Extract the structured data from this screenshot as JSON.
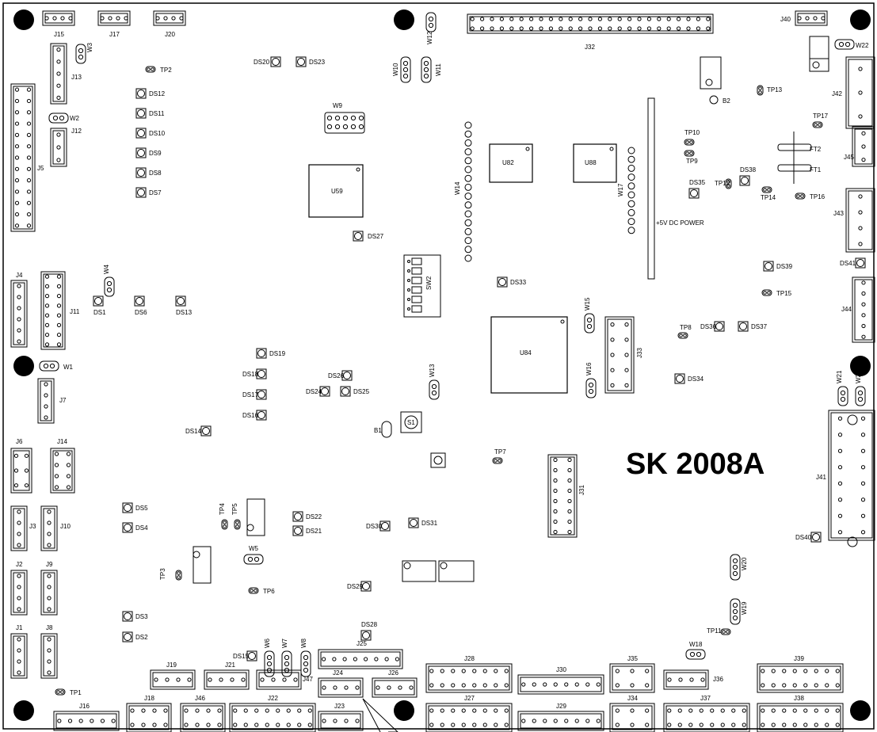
{
  "board": {
    "title": "SK 2008A",
    "power_label": "+5V DC POWER",
    "outline_color": "#000000"
  },
  "components": {
    "headers": [
      {
        "id": "j15",
        "label": "J15",
        "pins": 4
      },
      {
        "id": "j17",
        "label": "J17",
        "pins": 4
      },
      {
        "id": "j20",
        "label": "J20",
        "pins": 4
      },
      {
        "id": "j40",
        "label": "J40",
        "pins": 4
      },
      {
        "id": "j13",
        "label": "J13",
        "pins": 5
      },
      {
        "id": "j12",
        "label": "J12",
        "pins": 3
      },
      {
        "id": "j5",
        "label": "J5",
        "pins": 26
      },
      {
        "id": "j4",
        "label": "J4",
        "pins": 6
      },
      {
        "id": "j11",
        "label": "J11",
        "pins": 16
      },
      {
        "id": "j7",
        "label": "J7",
        "pins": 4
      },
      {
        "id": "j6",
        "label": "J6",
        "pins": 6
      },
      {
        "id": "j14",
        "label": "J14",
        "pins": 8
      },
      {
        "id": "j3",
        "label": "J3",
        "pins": 4
      },
      {
        "id": "j10",
        "label": "J10",
        "pins": 4
      },
      {
        "id": "j2",
        "label": "J2",
        "pins": 4
      },
      {
        "id": "j9",
        "label": "J9",
        "pins": 4
      },
      {
        "id": "j1",
        "label": "J1",
        "pins": 4
      },
      {
        "id": "j8",
        "label": "J8",
        "pins": 4
      },
      {
        "id": "j32",
        "label": "J32",
        "pins": 50
      },
      {
        "id": "j42",
        "label": "J42",
        "pins": 3
      },
      {
        "id": "j45",
        "label": "J45",
        "pins": 3
      },
      {
        "id": "j43",
        "label": "J43",
        "pins": 4
      },
      {
        "id": "j44",
        "label": "J44",
        "pins": 6
      },
      {
        "id": "j33",
        "label": "J33",
        "pins": 10
      },
      {
        "id": "j31",
        "label": "J31",
        "pins": 16
      },
      {
        "id": "j41",
        "label": "J41",
        "pins": 15
      },
      {
        "id": "j19",
        "label": "J19",
        "pins": 4
      },
      {
        "id": "j21",
        "label": "J21",
        "pins": 4
      },
      {
        "id": "j47",
        "label": "J47",
        "pins": 4
      },
      {
        "id": "j25",
        "label": "J25",
        "pins": 8
      },
      {
        "id": "j24",
        "label": "J24",
        "pins": 4
      },
      {
        "id": "j26",
        "label": "J26",
        "pins": 4
      },
      {
        "id": "j28",
        "label": "J28",
        "pins": 16
      },
      {
        "id": "j30",
        "label": "J30",
        "pins": 8
      },
      {
        "id": "j35",
        "label": "J35",
        "pins": 6
      },
      {
        "id": "j36",
        "label": "J36",
        "pins": 4
      },
      {
        "id": "j39",
        "label": "J39",
        "pins": 16
      },
      {
        "id": "j16",
        "label": "J16",
        "pins": 6
      },
      {
        "id": "j18",
        "label": "J18",
        "pins": 8
      },
      {
        "id": "j46",
        "label": "J46",
        "pins": 8
      },
      {
        "id": "j22",
        "label": "J22",
        "pins": 16
      },
      {
        "id": "j23",
        "label": "J23",
        "pins": 4
      },
      {
        "id": "j27",
        "label": "J27",
        "pins": 16
      },
      {
        "id": "j29",
        "label": "J29",
        "pins": 8
      },
      {
        "id": "j34",
        "label": "J34",
        "pins": 6
      },
      {
        "id": "j37",
        "label": "J37",
        "pins": 16
      },
      {
        "id": "j38",
        "label": "J38",
        "pins": 16
      }
    ],
    "leds": [
      "DS1",
      "DS2",
      "DS3",
      "DS4",
      "DS5",
      "DS6",
      "DS7",
      "DS8",
      "DS9",
      "DS10",
      "DS11",
      "DS12",
      "DS13",
      "DS14",
      "DS15",
      "DS16",
      "DS17",
      "DS18",
      "DS19",
      "DS20",
      "DS21",
      "DS22",
      "DS23",
      "DS24",
      "DS25",
      "DS26",
      "DS27",
      "DS28",
      "DS29",
      "DS30",
      "DS31",
      "DS33",
      "DS34",
      "DS35",
      "DS36",
      "DS37",
      "DS38",
      "DS39",
      "DS40",
      "DS41"
    ],
    "jumpers": [
      "W1",
      "W2",
      "W3",
      "W4",
      "W5",
      "W6",
      "W7",
      "W8",
      "W9",
      "W10",
      "W11",
      "W12",
      "W13",
      "W14",
      "W15",
      "W16",
      "W17",
      "W18",
      "W19",
      "W20",
      "W21",
      "W22",
      "W23"
    ],
    "test_points": [
      "TP1",
      "TP2",
      "TP3",
      "TP4",
      "TP5",
      "TP6",
      "TP7",
      "TP8",
      "TP9",
      "TP10",
      "TP11",
      "TP12",
      "TP13",
      "TP14",
      "TP15",
      "TP16",
      "TP17"
    ],
    "ics": [
      "U59",
      "U82",
      "U84",
      "U88"
    ],
    "misc": [
      "B1",
      "B2",
      "S1",
      "FT1",
      "FT2",
      "SW2"
    ]
  }
}
